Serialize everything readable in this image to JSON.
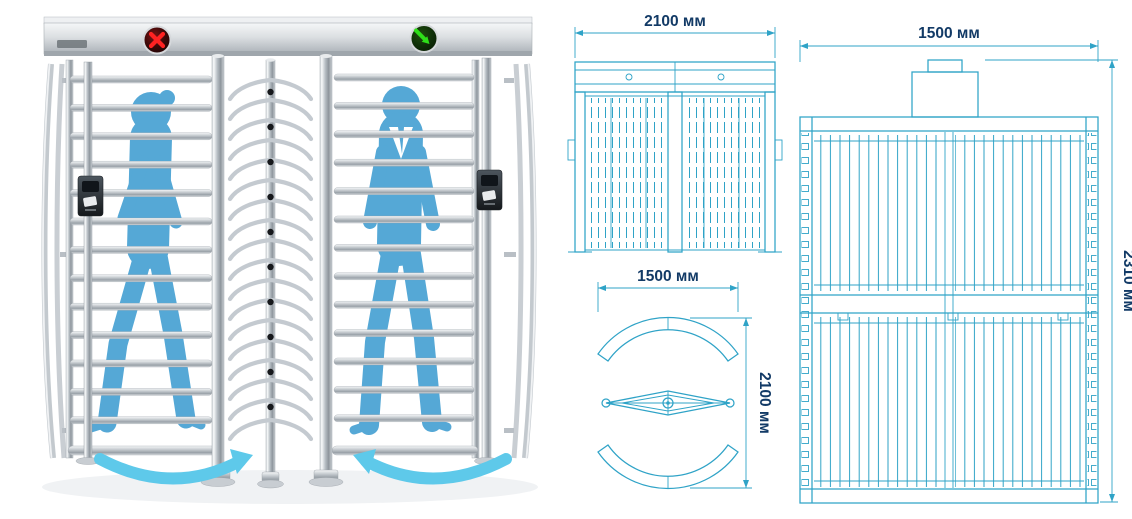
{
  "drawings": {
    "top_view": {
      "width_label": "2100 мм"
    },
    "rotor_view": {
      "width_label": "1500 мм",
      "depth_label": "2100 мм"
    },
    "front_view": {
      "width_label": "1500 мм",
      "height_label": "2310 мм"
    }
  },
  "render": {
    "no_entry_icon": "red-x",
    "entry_icon": "green-arrow-down-right",
    "card_reader_icon": "card",
    "rotation_arrow_left": "curved-arrow-clockwise",
    "rotation_arrow_right": "curved-arrow-counterclockwise"
  },
  "colors": {
    "drawing_line": "#2fa3c7",
    "dimension_text": "#123a66",
    "silhouette": "#55a8d6",
    "rotation_arrow": "#5ec9ea",
    "indicator_red": "#ff2222",
    "indicator_green": "#2ee019"
  }
}
